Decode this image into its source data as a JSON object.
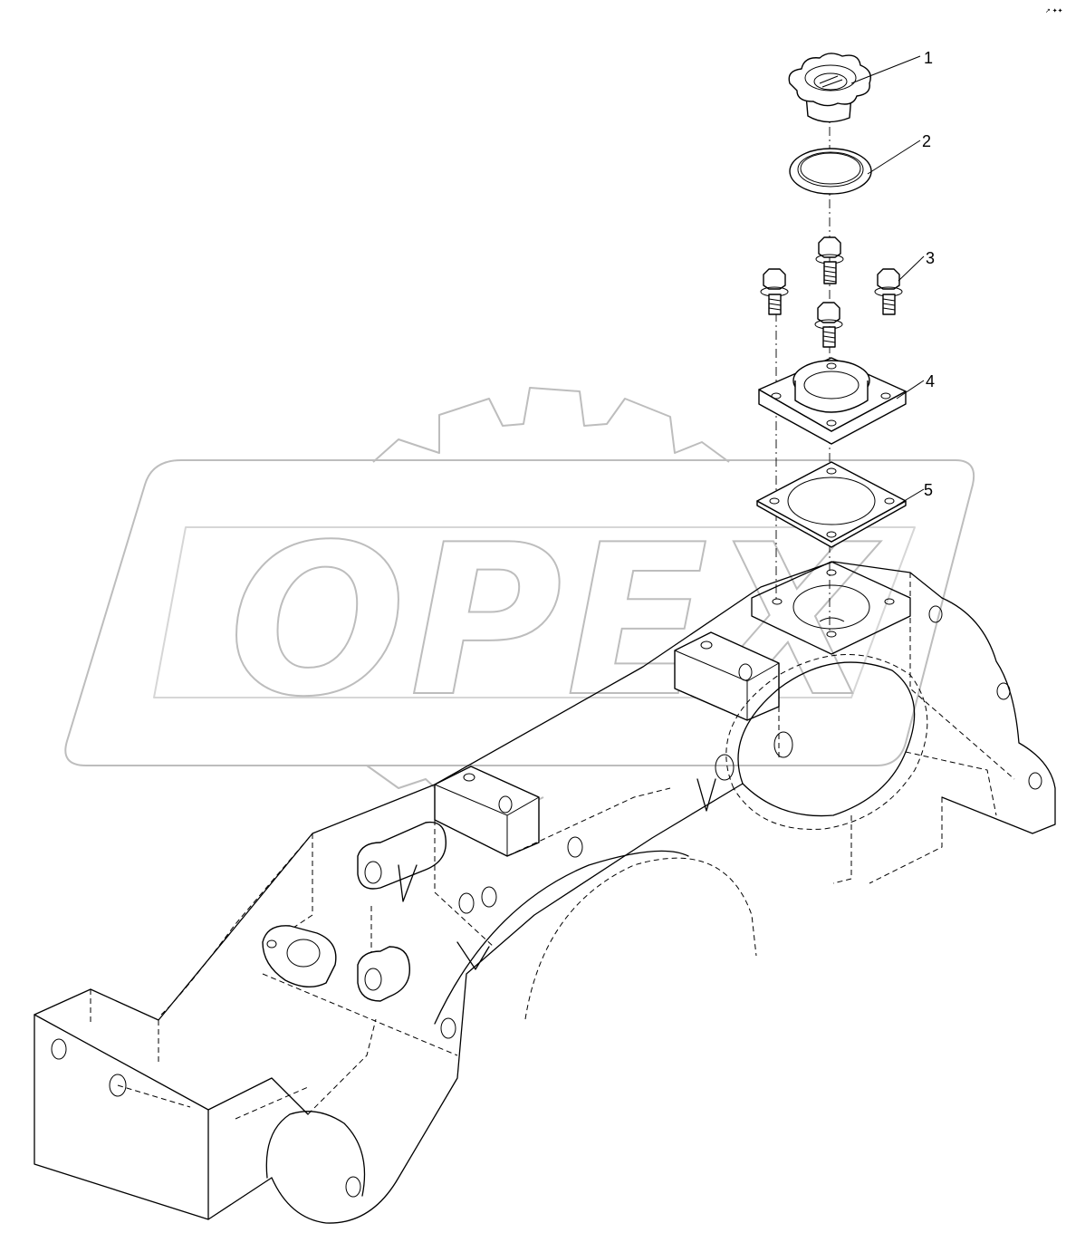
{
  "diagram": {
    "watermark_text": "OPEX",
    "corner_mark": "↗ ✦✦",
    "callouts": [
      {
        "label": "1"
      },
      {
        "label": "2"
      },
      {
        "label": "3"
      },
      {
        "label": "4"
      },
      {
        "label": "5"
      }
    ]
  }
}
